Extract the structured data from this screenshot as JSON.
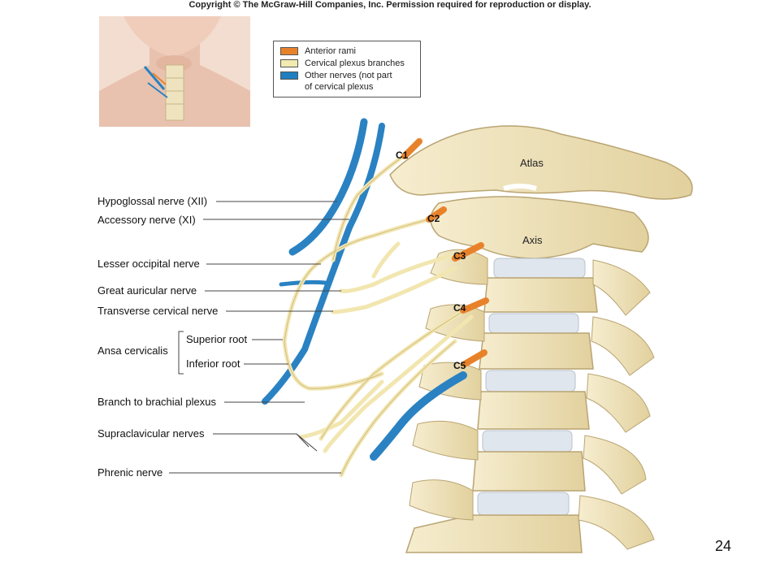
{
  "copyright": "Copyright © The McGraw-Hill Companies, Inc. Permission required for reproduction or display.",
  "legend": [
    {
      "label": "Anterior rami",
      "color": "#e8822a"
    },
    {
      "label": "Cervical plexus branches",
      "color": "#f2eab0"
    },
    {
      "label": "Other nerves (not part",
      "color": "#1f7fc0"
    },
    {
      "label": "of cervical plexus",
      "color": ""
    }
  ],
  "labels": {
    "hypoglossal": "Hypoglossal nerve (XII)",
    "accessory": "Accessory nerve (XI)",
    "lesser_occipital": "Lesser occipital nerve",
    "great_auricular": "Great auricular nerve",
    "transverse_cervical": "Transverse cervical nerve",
    "ansa_cervicalis": "Ansa cervicalis",
    "superior_root": "Superior root",
    "inferior_root": "Inferior root",
    "branch_brachial": "Branch to brachial plexus",
    "supraclavicular": "Supraclavicular nerves",
    "phrenic": "Phrenic nerve"
  },
  "vertebra_labels": {
    "c1": "C1",
    "c2": "C2",
    "c3": "C3",
    "c4": "C4",
    "c5": "C5"
  },
  "bone_labels": {
    "atlas": "Atlas",
    "axis": "Axis"
  },
  "slide_number": "24",
  "colors": {
    "bone": "#efe3bf",
    "bone_shadow": "#d8c79a",
    "disc": "#dfe6ee",
    "nerve_blue": "#2a82c2",
    "nerve_orange": "#e8822a",
    "plexus": "#f2e6b0"
  }
}
